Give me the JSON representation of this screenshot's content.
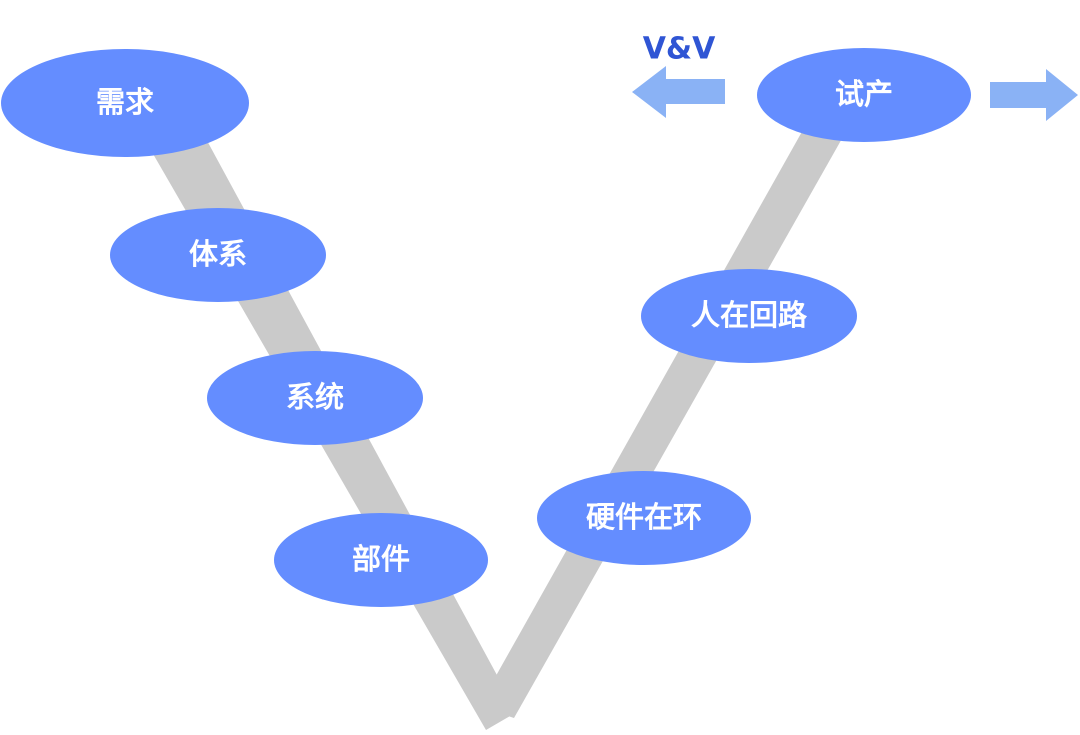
{
  "diagram": {
    "vv_label": "V&V",
    "colors": {
      "node_fill": "#648DFF",
      "node_text": "#FFFFFF",
      "track": "#CACACA",
      "arrow": "#8AB2F5",
      "vv_text": "#2F55D4"
    },
    "left_branch": [
      {
        "label": "需求"
      },
      {
        "label": "体系"
      },
      {
        "label": "系统"
      },
      {
        "label": "部件"
      }
    ],
    "right_branch": [
      {
        "label": "硬件在环"
      },
      {
        "label": "人在回路"
      },
      {
        "label": "试产"
      }
    ],
    "arrows": [
      {
        "direction": "left",
        "icon": "arrow-left-icon"
      },
      {
        "direction": "right",
        "icon": "arrow-right-icon"
      }
    ]
  }
}
